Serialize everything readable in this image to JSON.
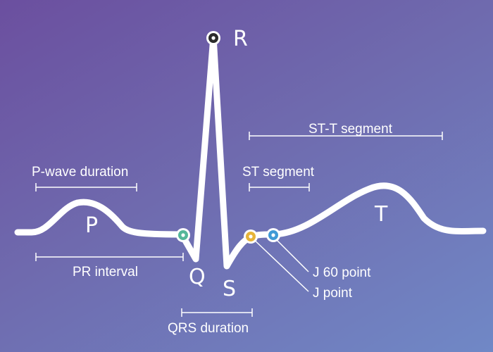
{
  "waves": {
    "p": "P",
    "q": "Q",
    "r": "R",
    "s": "S",
    "t": "T"
  },
  "intervals": {
    "p_wave_duration": "P-wave duration",
    "pr_interval": "PR interval",
    "qrs_duration": "QRS duration",
    "st_segment": "ST segment",
    "st_t_segment": "ST-T segment"
  },
  "points": {
    "j_60_point": "J 60 point",
    "j_point": "J point"
  },
  "colors": {
    "r_marker": "#2b2b2b",
    "pq_marker": "#54b79a",
    "j_point_marker": "#e7b43a",
    "j60_point_marker": "#3f9ad6",
    "waveform": "#ffffff"
  }
}
